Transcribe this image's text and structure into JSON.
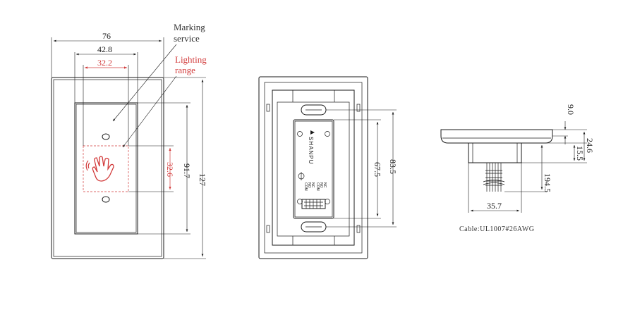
{
  "front_view": {
    "dims": {
      "overall_width": "76",
      "inner_width": "42.8",
      "lighting_width": "32.2",
      "overall_height": "127",
      "inner_height": "91.7",
      "lighting_height": "32.6"
    },
    "callouts": {
      "marking_service": [
        "Marking",
        "service"
      ],
      "lighting_range": [
        "Lighting",
        "range"
      ]
    },
    "icon": "hand-wave-icon"
  },
  "back_view": {
    "brand": "SHANPU",
    "terminal_labels": [
      "COM",
      "NO",
      "NC",
      "COM",
      "NO",
      "NC"
    ],
    "dims": {
      "module_height": "67.5",
      "mount_height": "83.5"
    }
  },
  "side_view": {
    "dims": {
      "plate_thickness": "9.0",
      "body_depth": "15.5",
      "total_depth": "24.6",
      "cable_length": "194.5",
      "body_width": "35.7"
    },
    "cable_spec": "Cable:UL1007#26AWG"
  },
  "colors": {
    "line": "#1a1a1a",
    "highlight": "#d23a3a"
  }
}
